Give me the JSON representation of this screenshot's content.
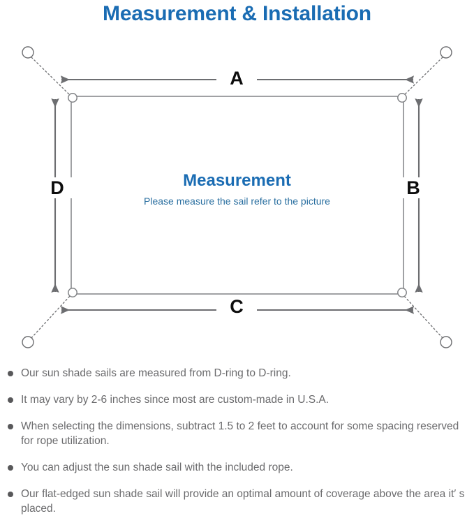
{
  "page": {
    "title": "Measurement & Installation",
    "title_color": "#1a6cb3",
    "background": "#ffffff"
  },
  "diagram": {
    "name": "sun-shade-sail-measurement-diagram",
    "sail_label_title": "Measurement",
    "sail_label_subtitle": "Please measure the sail refer to the picture",
    "sail_label_color": "#1a6cb3",
    "sail_subtitle_color": "#2a6fa0",
    "sail_border_color": "#808285",
    "arrow_color": "#6d6e71",
    "anchor_line_style": "dotted",
    "dimension_labels": {
      "top": "A",
      "right": "B",
      "bottom": "C",
      "left": "D"
    },
    "corners": [
      {
        "name": "top-left",
        "d_ring": true,
        "anchor_point": true
      },
      {
        "name": "top-right",
        "d_ring": true,
        "anchor_point": true
      },
      {
        "name": "bottom-left",
        "d_ring": true,
        "anchor_point": true
      },
      {
        "name": "bottom-right",
        "d_ring": true,
        "anchor_point": true
      }
    ]
  },
  "notes": [
    "Our sun shade sails are measured from D-ring to D-ring.",
    "It may vary by 2-6 inches since most are custom-made in U.S.A.",
    "When selecting the dimensions, subtract 1.5 to 2 feet to account for some spacing reserved for rope utilization.",
    "You can adjust the sun shade sail with the included rope.",
    "Our flat-edged sun shade sail will provide an optimal amount of coverage above the area it′ s placed."
  ]
}
